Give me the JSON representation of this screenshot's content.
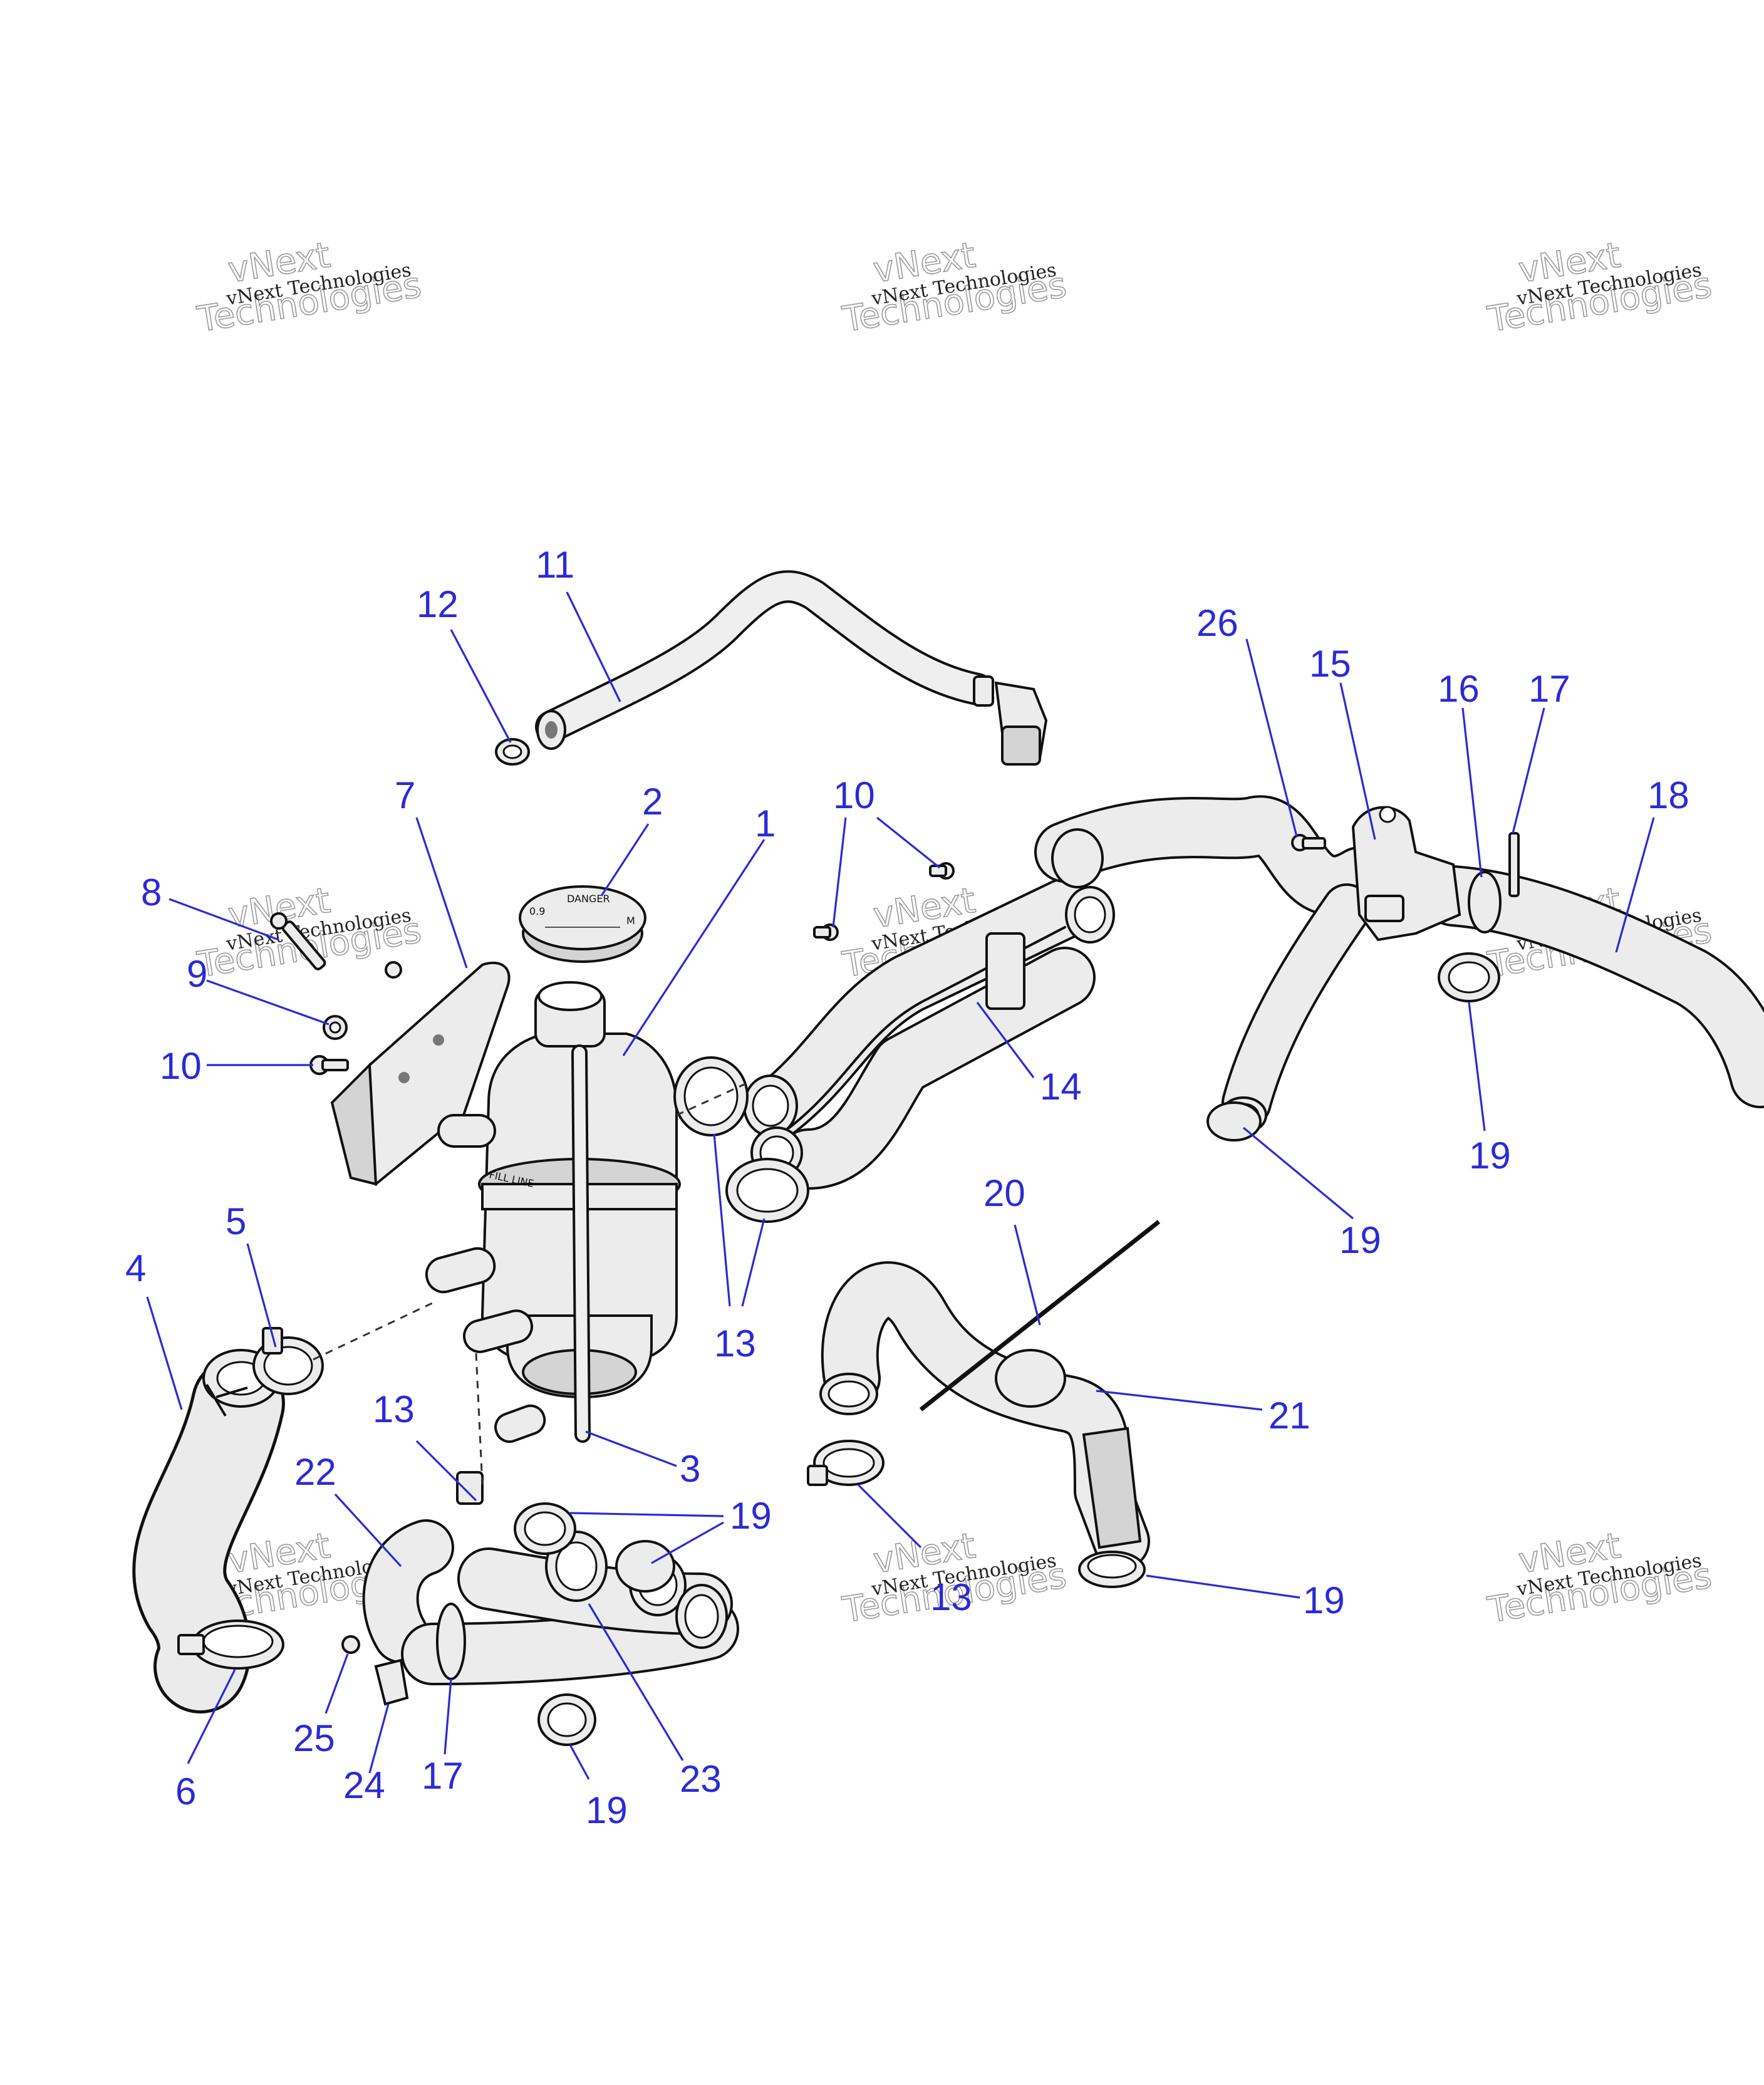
{
  "watermark": {
    "line1": "vNext Technologies",
    "line2": "vNext",
    "line3": "Technologies"
  },
  "cap_text": {
    "top": "DANGER",
    "left": "0.9",
    "right": "M"
  },
  "tank_text": "FILL LINE",
  "callouts": [
    {
      "id": "c1",
      "label": "1"
    },
    {
      "id": "c2",
      "label": "2"
    },
    {
      "id": "c3",
      "label": "3"
    },
    {
      "id": "c4",
      "label": "4"
    },
    {
      "id": "c5",
      "label": "5"
    },
    {
      "id": "c6",
      "label": "6"
    },
    {
      "id": "c7",
      "label": "7"
    },
    {
      "id": "c8",
      "label": "8"
    },
    {
      "id": "c9",
      "label": "9"
    },
    {
      "id": "c10a",
      "label": "10"
    },
    {
      "id": "c10b",
      "label": "10"
    },
    {
      "id": "c11",
      "label": "11"
    },
    {
      "id": "c12",
      "label": "12"
    },
    {
      "id": "c13a",
      "label": "13"
    },
    {
      "id": "c13b",
      "label": "13"
    },
    {
      "id": "c13c",
      "label": "13"
    },
    {
      "id": "c14",
      "label": "14"
    },
    {
      "id": "c15",
      "label": "15"
    },
    {
      "id": "c16",
      "label": "16"
    },
    {
      "id": "c17a",
      "label": "17"
    },
    {
      "id": "c17b",
      "label": "17"
    },
    {
      "id": "c18",
      "label": "18"
    },
    {
      "id": "c19a",
      "label": "19"
    },
    {
      "id": "c19b",
      "label": "19"
    },
    {
      "id": "c19c",
      "label": "19"
    },
    {
      "id": "c19d",
      "label": "19"
    },
    {
      "id": "c19e",
      "label": "19"
    },
    {
      "id": "c20",
      "label": "20"
    },
    {
      "id": "c21",
      "label": "21"
    },
    {
      "id": "c22",
      "label": "22"
    },
    {
      "id": "c23",
      "label": "23"
    },
    {
      "id": "c24",
      "label": "24"
    },
    {
      "id": "c25",
      "label": "25"
    },
    {
      "id": "c26",
      "label": "26"
    }
  ]
}
